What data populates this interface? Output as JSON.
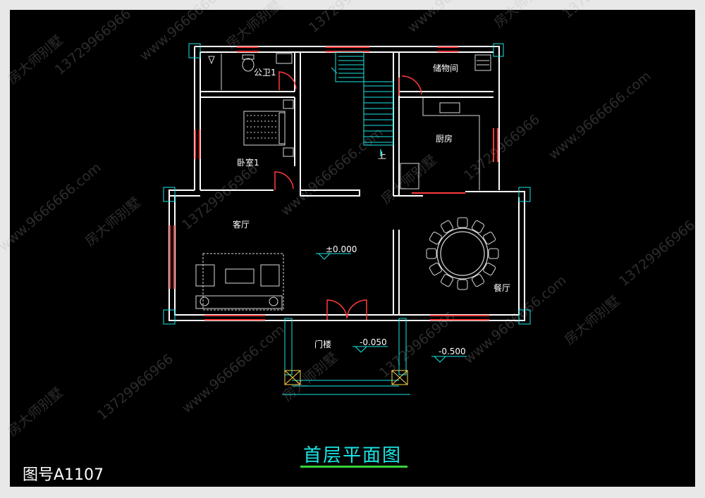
{
  "rooms": {
    "public_wc": "公卫1",
    "storage": "储物间",
    "bedroom": "卧室1",
    "kitchen": "厨房",
    "living_room": "客厅",
    "dining_room": "餐厅",
    "entrance": "门楼"
  },
  "stair_mark": "上",
  "levels": {
    "main": "±0.000",
    "porch": "-0.050",
    "outside": "-0.500"
  },
  "title": "首层平面图",
  "drawing_number": "图号A1107",
  "watermark": {
    "brand": "房大师别墅",
    "phone": "13729966966",
    "site": "www.9666666.com"
  },
  "colors": {
    "wall": "#ffffff",
    "window": "#ff3b3b",
    "furniture": "#d9d9d9",
    "cyan": "#19e6e6",
    "title_underline": "#3ad13a",
    "background": "#000000"
  }
}
